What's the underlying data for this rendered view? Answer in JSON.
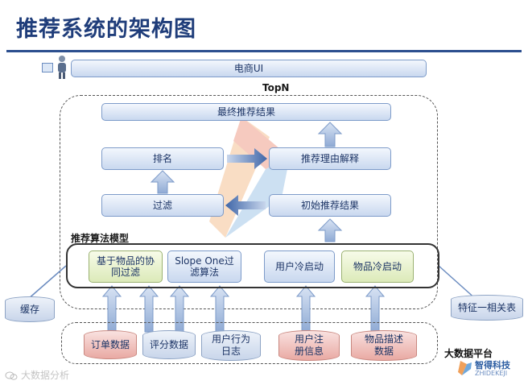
{
  "title": "推荐系统的架构图",
  "ecommerce_ui": "电商UI",
  "topn": "TopN",
  "final_results": "最终推荐结果",
  "ranking": "排名",
  "explanation": "推荐理由解释",
  "filtering": "过滤",
  "initial_results": "初始推荐结果",
  "model_label": "推荐算法模型",
  "algorithms": {
    "item_cf": "基于物品的协同过滤",
    "slope_one": "Slope One过滤算法",
    "user_cold_start": "用户冷启动",
    "item_cold_start": "物品冷启动"
  },
  "cache": "缓存",
  "feature_table": "特征一相关表",
  "data_sources": {
    "orders": "订单数据",
    "ratings": "评分数据",
    "user_logs": "用户行为日志",
    "user_registration": "用户注册信息",
    "item_descriptions": "物品描述数据"
  },
  "brand": {
    "platform": "大数据平台",
    "company": "智得科技",
    "company_pinyin": "ZHIDEKEJI"
  },
  "watermark": "大数据分析"
}
